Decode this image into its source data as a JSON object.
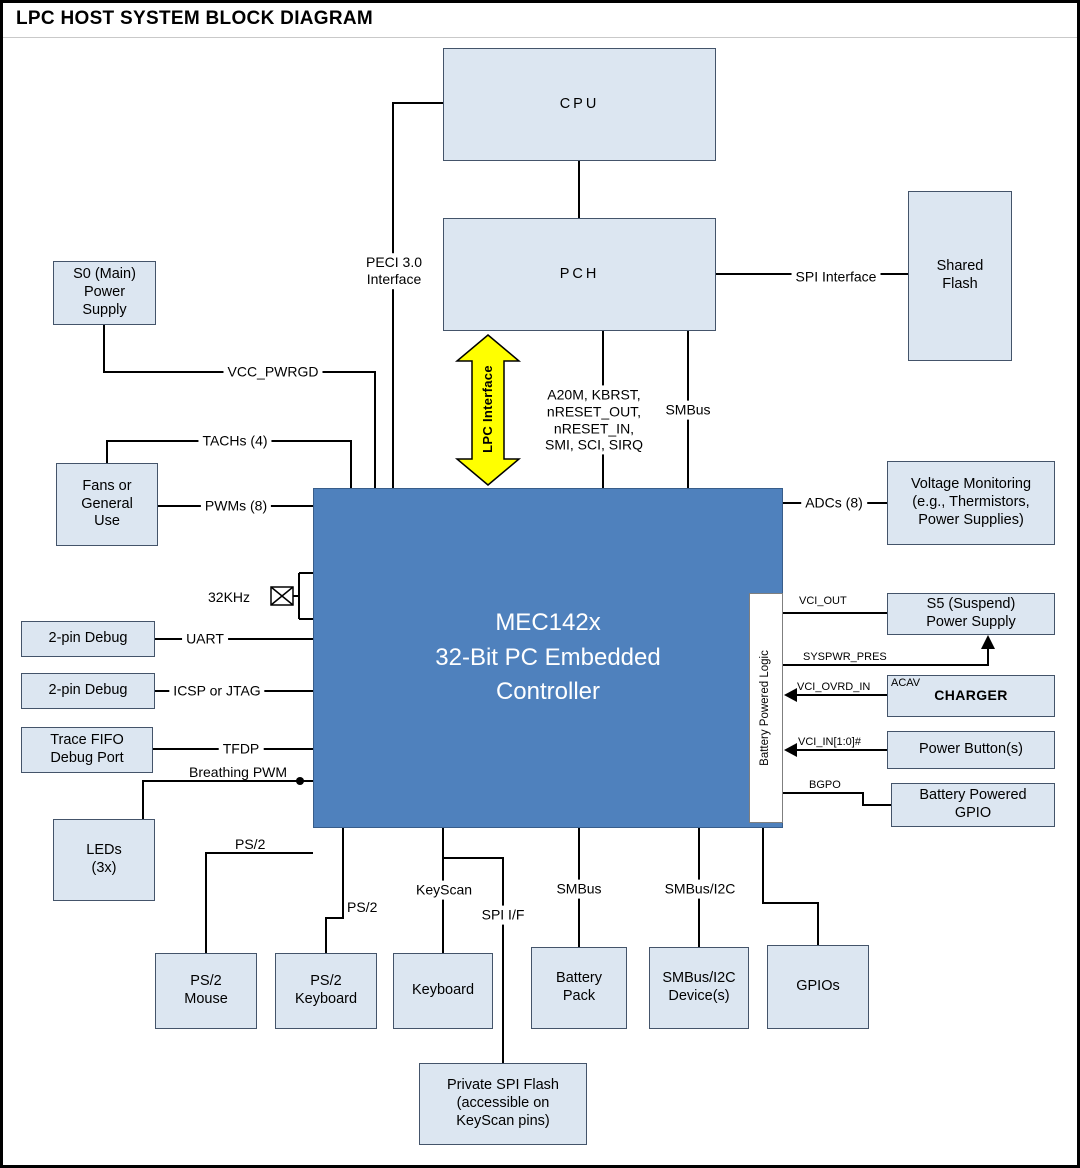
{
  "title": "LPC HOST SYSTEM BLOCK DIAGRAM",
  "blocks": {
    "cpu": "CPU",
    "pch": "PCH",
    "shared_flash": "Shared\nFlash",
    "s0_power": "S0 (Main)\nPower\nSupply",
    "fans": "Fans or\nGeneral\nUse",
    "debug_uart": "2-pin Debug",
    "debug_icsp": "2-pin Debug",
    "trace_fifo": "Trace FIFO\nDebug Port",
    "leds": "LEDs\n(3x)",
    "controller": "MEC142x\n32-Bit PC Embedded\nController",
    "battery_logic": "Battery Powered Logic",
    "ps2_mouse": "PS/2\nMouse",
    "ps2_keyboard": "PS/2\nKeyboard",
    "keyboard": "Keyboard",
    "battery_pack": "Battery\nPack",
    "smbus_devices": "SMBus/I2C\nDevice(s)",
    "gpios": "GPIOs",
    "private_flash": "Private SPI Flash\n(accessible on\nKeyScan pins)",
    "voltage_monitoring": "Voltage Monitoring\n(e.g., Thermistors,\nPower Supplies)",
    "s5_power": "S5 (Suspend)\nPower Supply",
    "charger": "CHARGER",
    "power_buttons": "Power Button(s)",
    "battery_gpio": "Battery Powered\nGPIO"
  },
  "signals": {
    "peci": "PECI 3.0\nInterface",
    "lpc": "LPC Interface",
    "pch_signals": "A20M, KBRST,\nnRESET_OUT,\nnRESET_IN,\nSMI, SCI, SIRQ",
    "smbus_pch": "SMBus",
    "spi_interface": "SPI Interface",
    "vcc_pwrgd": "VCC_PWRGD",
    "tachs": "TACHs (4)",
    "pwms": "PWMs (8)",
    "khz32": "32KHz",
    "uart": "UART",
    "icsp": "ICSP or JTAG",
    "tfdp": "TFDP",
    "breathing": "Breathing PWM",
    "ps2_a": "PS/2",
    "ps2_b": "PS/2",
    "keyscan": "KeyScan",
    "spi_if": "SPI I/F",
    "smbus_bottom": "SMBus",
    "smbus_i2c": "SMBus/I2C",
    "adcs": "ADCs (8)",
    "vci_out": "VCI_OUT",
    "syspwr_pres": "SYSPWR_PRES",
    "vci_ovrd_in": "VCI_OVRD_IN",
    "acav": "ACAV",
    "vci_in": "VCI_IN[1:0]#",
    "bgpo": "BGPO"
  },
  "colors": {
    "box_fill": "#dce6f1",
    "box_border": "#44546a",
    "controller_fill": "#4f81bd",
    "controller_text": "#ffffff",
    "lpc_arrow_fill": "#ffff00",
    "line": "#000000"
  }
}
